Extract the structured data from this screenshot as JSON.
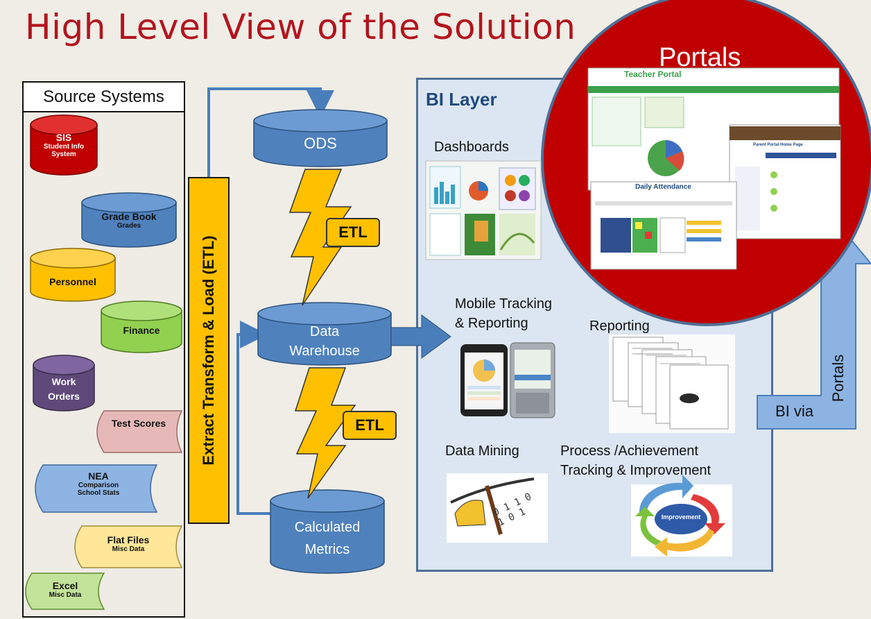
{
  "title": "High Level View of the Solution",
  "source_systems": {
    "title": "Source Systems",
    "items": [
      {
        "name": "SIS",
        "sub": "Student Info System"
      },
      {
        "name": "Grade Book",
        "sub": "Grades"
      },
      {
        "name": "Personnel",
        "sub": ""
      },
      {
        "name": "Finance",
        "sub": ""
      },
      {
        "name": "Work Orders",
        "sub": ""
      },
      {
        "name": "Test Scores",
        "sub": ""
      },
      {
        "name": "NEA",
        "sub": "Comparison School Stats"
      },
      {
        "name": "Flat Files",
        "sub": "Misc Data"
      },
      {
        "name": "Excel",
        "sub": "Misc Data"
      }
    ]
  },
  "etl_bar": "Extract Transform & Load (ETL)",
  "stores": {
    "ods": "ODS",
    "warehouse_line1": "Data",
    "warehouse_line2": "Warehouse",
    "metrics_line1": "Calculated",
    "metrics_line2": "Metrics"
  },
  "etl_tag": "ETL",
  "bi_layer": {
    "title": "BI Layer",
    "dashboards": "Dashboards",
    "mobile_line1": "Mobile Tracking",
    "mobile_line2": "&  Reporting",
    "reporting": "Reporting",
    "data_mining": "Data Mining",
    "process_line1": "Process /Achievement",
    "process_line2": "Tracking & Improvement",
    "improvement": "Improvement",
    "mining_digits": "0 1 1 0 1 0 1"
  },
  "portals": {
    "title": "Portals",
    "teacher_portal": "Teacher Portal",
    "daily_attendance": "Daily Attendance",
    "parent_portal": "Parent Portal Home Page"
  },
  "bi_via": "BI  via",
  "bi_via_portals": "Portals",
  "colors": {
    "title": "#b3141e",
    "cylinder": "#4f81bd",
    "etl": "#ffc000",
    "bi_panel": "#dce6f2",
    "portal_circle": "#c00000",
    "arrow": "#4a7ebb"
  }
}
